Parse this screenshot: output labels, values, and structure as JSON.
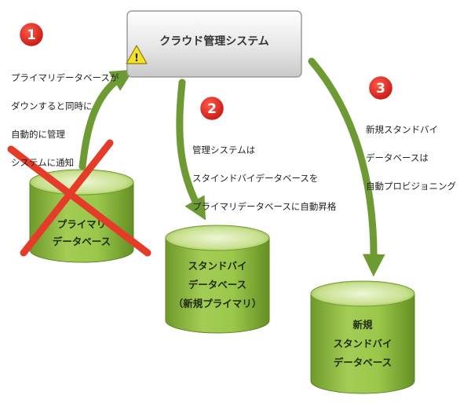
{
  "cloud_system": {
    "title": "クラウド管理システム",
    "warning_icon": "warning-triangle-icon"
  },
  "steps": [
    {
      "number": "1",
      "lines": [
        "プライマリデータベースが",
        "ダウンすると同時に",
        "自動的に管理",
        "システムに通知"
      ]
    },
    {
      "number": "2",
      "lines": [
        "管理システムは",
        "スタインドバイデータベースを",
        "プライマリデータベースに自動昇格"
      ]
    },
    {
      "number": "3",
      "lines": [
        "新規スタンドバイ",
        "データベースは",
        "自動プロビジョニング"
      ]
    }
  ],
  "databases": [
    {
      "id": "primary",
      "lines": [
        "プライマリ",
        "データベース"
      ],
      "failed": true
    },
    {
      "id": "standby",
      "lines": [
        "スタンドバイ",
        "データベース",
        "（新規プライマリ）"
      ],
      "failed": false
    },
    {
      "id": "new-standby",
      "lines": [
        "新規",
        "スタンドバイ",
        "データベース"
      ],
      "failed": false
    }
  ],
  "colors": {
    "badge": "#e0201a",
    "cylinder": "#8dbb3a",
    "cylinder_dark": "#5f8a1e",
    "arrow": "#6e9a34",
    "cross": "#e53c2a"
  }
}
